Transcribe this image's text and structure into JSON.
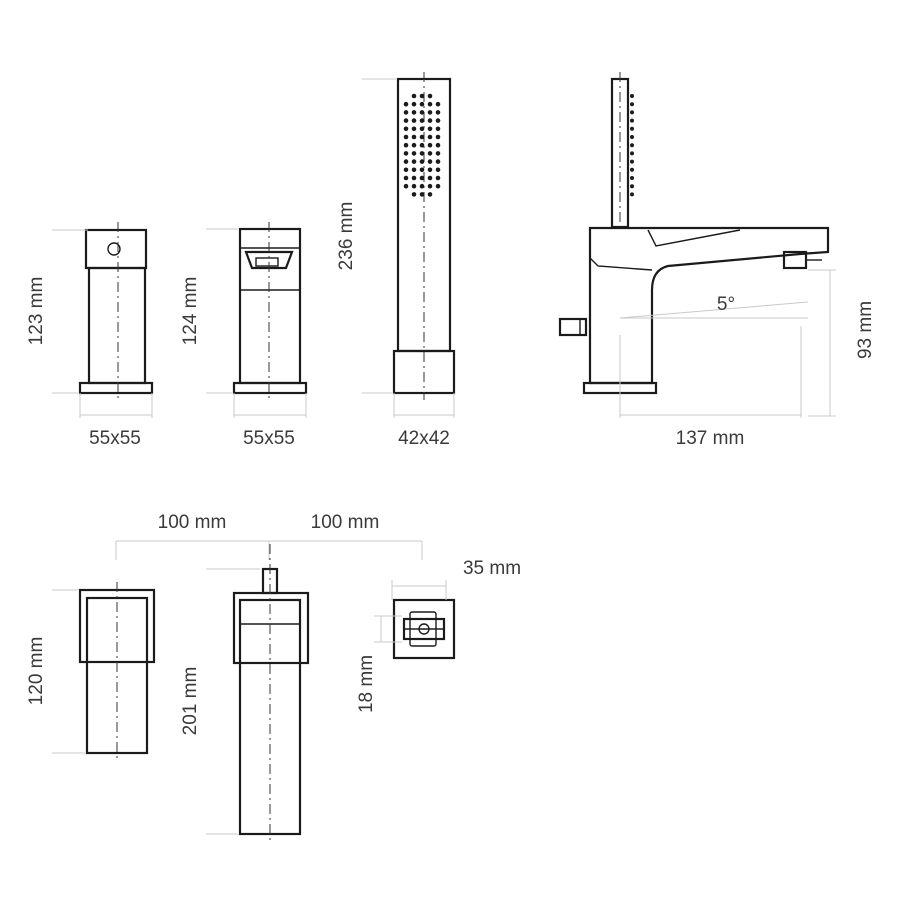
{
  "labels": {
    "mixer_height": "123 mm",
    "mixer_base": "55x55",
    "diverter_height": "124 mm",
    "diverter_base": "55x55",
    "handshower_length": "236 mm",
    "handshower_base": "42x42",
    "spout_angle": "5°",
    "spout_reach": "137 mm",
    "spout_height": "93 mm",
    "spacing_left": "100 mm",
    "spacing_right": "100 mm",
    "wallplate_height": "120 mm",
    "body_height": "201 mm",
    "connector_width": "35 mm",
    "connector_height": "18 mm"
  }
}
